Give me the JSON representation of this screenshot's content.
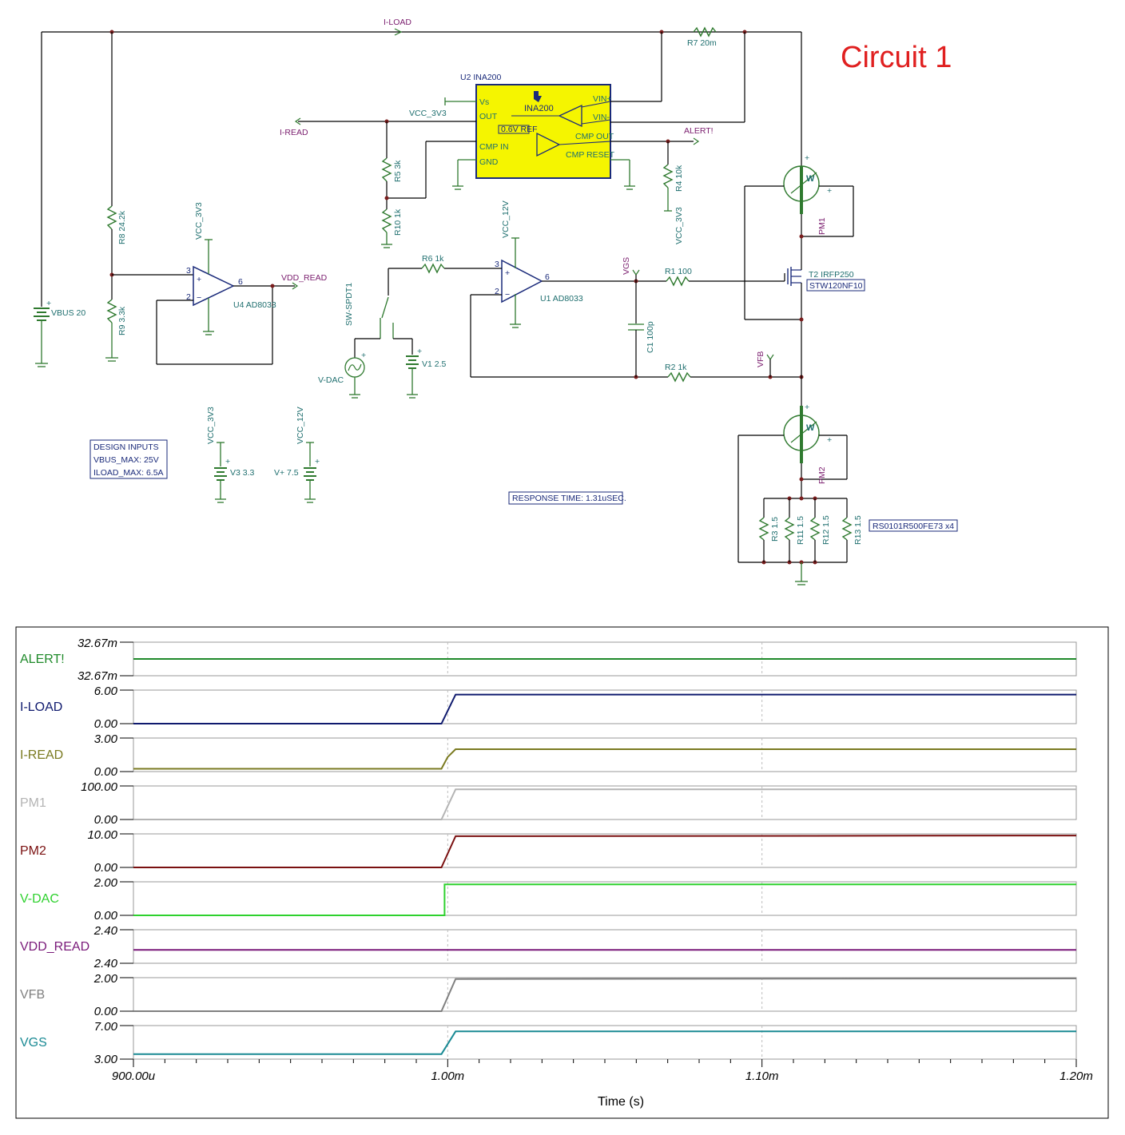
{
  "title": "Circuit 1",
  "components": {
    "vbus": "VBUS 20",
    "r8": "R8 24.2k",
    "r9": "R9 3.3k",
    "u4": "U4 AD8033",
    "u4_supply": "VCC_3V3",
    "vdd_read": "VDD_READ",
    "i_load": "I-LOAD",
    "r7": "R7 20m",
    "u2": "U2 INA200",
    "ina_chip": "INA200",
    "ina_pins": {
      "vs": "Vs",
      "out": "OUT",
      "cmpin": "CMP IN",
      "gnd": "GND",
      "vinp": "VIN+",
      "vinm": "VIN-",
      "cmpout": "CMP OUT",
      "cmpreset": "CMP RESET",
      "ref": "0.6V REF"
    },
    "vcc_3v3_in": "VCC_3V3",
    "i_read": "I-READ",
    "alert": "ALERT!",
    "r5": "R5 3k",
    "r10": "R10 1k",
    "r4": "R4 10k",
    "r4_supply": "VCC_3V3",
    "u1": "U1 AD8033",
    "u1_supply": "VCC_12V",
    "r6": "R6 1k",
    "sw": "SW-SPDT1",
    "vdac": "V-DAC",
    "v1": "V1 2.5",
    "vgs": "VGS",
    "r1": "R1 100",
    "c1": "C1 100p",
    "r2": "R2 1k",
    "vfb": "VFB",
    "t2": "T2 IRFP250",
    "t2_part": "STW120NF10",
    "pm1": "PM1",
    "pm2": "PM2",
    "meter_w": "W",
    "r3": "R3 1.5",
    "r11": "R11 1.5",
    "r12": "R12 1.5",
    "r13": "R13 1.5",
    "res_part": "RS0101R500FE73 x4",
    "v3_supply": "VCC_3V3",
    "v3": "V3 3.3",
    "vplus_supply": "VCC_12V",
    "vplus": "V+ 7.5",
    "design_inputs": [
      "DESIGN INPUTS",
      "VBUS_MAX: 25V",
      "ILOAD_MAX: 6.5A"
    ],
    "response_time": "RESPONSE TIME: 1.31uSEC."
  },
  "chart_data": {
    "type": "line",
    "xlabel": "Time (s)",
    "x_ticks": [
      "900.00u",
      "1.00m",
      "1.10m",
      "1.20m"
    ],
    "xlim": [
      0.0009,
      0.0012
    ],
    "grid": "dashed vertical at major ticks",
    "series": [
      {
        "name": "ALERT!",
        "color": "#1f8a2a",
        "yticks": [
          "32.67m",
          "32.67m"
        ],
        "ylim": [
          0,
          1
        ],
        "x": [
          0.0009,
          0.0012
        ],
        "y": [
          0.5,
          0.5
        ]
      },
      {
        "name": "I-LOAD",
        "color": "#0f1a6e",
        "yticks": [
          "6.00",
          "0.00"
        ],
        "ylim": [
          0,
          6
        ],
        "x": [
          0.0009,
          0.000998,
          0.0010025,
          0.0012
        ],
        "y": [
          0,
          0,
          5.2,
          5.2
        ]
      },
      {
        "name": "I-READ",
        "color": "#7a7a20",
        "yticks": [
          "3.00",
          "0.00"
        ],
        "ylim": [
          0,
          3
        ],
        "x": [
          0.0009,
          0.000998,
          0.001,
          0.0010025,
          0.0012
        ],
        "y": [
          0.25,
          0.25,
          1.3,
          2.0,
          2.0
        ]
      },
      {
        "name": "PM1",
        "color": "#b4b4b4",
        "yticks": [
          "100.00",
          "0.00"
        ],
        "ylim": [
          0,
          100
        ],
        "x": [
          0.0009,
          0.000998,
          0.0010025,
          0.0012
        ],
        "y": [
          0,
          0,
          90,
          90
        ]
      },
      {
        "name": "PM2",
        "color": "#7a1010",
        "yticks": [
          "10.00",
          "0.00"
        ],
        "ylim": [
          0,
          10
        ],
        "x": [
          0.0009,
          0.000998,
          0.0010025,
          0.0012
        ],
        "y": [
          0,
          0,
          9.3,
          9.5
        ]
      },
      {
        "name": "V-DAC",
        "color": "#2ed12e",
        "yticks": [
          "2.00",
          "0.00"
        ],
        "ylim": [
          0,
          2
        ],
        "x": [
          0.0009,
          0.000999,
          0.000999,
          0.0012
        ],
        "y": [
          0,
          0,
          1.85,
          1.85
        ]
      },
      {
        "name": "VDD_READ",
        "color": "#7a1a7a",
        "yticks": [
          "2.40",
          "2.40"
        ],
        "ylim": [
          0,
          1
        ],
        "x": [
          0.0009,
          0.0012
        ],
        "y": [
          0.4,
          0.4
        ]
      },
      {
        "name": "VFB",
        "color": "#808080",
        "yticks": [
          "2.00",
          "0.00"
        ],
        "ylim": [
          0,
          2
        ],
        "x": [
          0.0009,
          0.000998,
          0.0010025,
          0.0012
        ],
        "y": [
          0,
          0,
          1.92,
          1.95
        ]
      },
      {
        "name": "VGS",
        "color": "#1a8a94",
        "yticks": [
          "7.00",
          "3.00"
        ],
        "ylim": [
          3,
          7
        ],
        "x": [
          0.0009,
          0.000998,
          0.0010025,
          0.0012
        ],
        "y": [
          3.6,
          3.6,
          6.3,
          6.3
        ]
      }
    ]
  }
}
